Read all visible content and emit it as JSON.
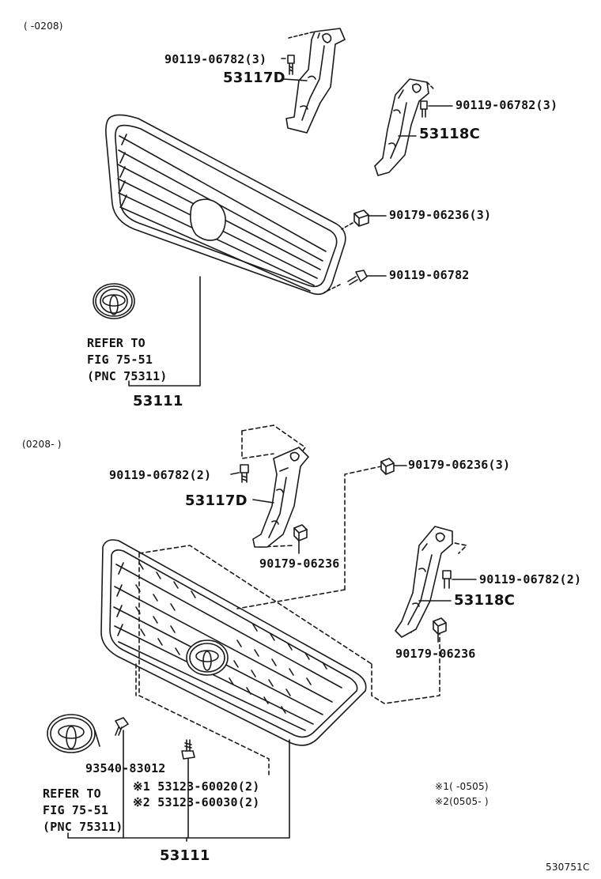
{
  "section_top": {
    "range": "(      -0208)",
    "labels": {
      "screw_d": "90119-06782(3)",
      "bracket_d": "53117D",
      "screw_c": "90119-06782(3)",
      "bracket_c": "53118C",
      "clip": "90179-06236(3)",
      "screw": "90119-06782",
      "grille": "53111"
    },
    "refer": [
      "REFER TO",
      "FIG 75-51",
      "(PNC 75311)"
    ]
  },
  "section_bottom": {
    "range": "(0208-       )",
    "labels": {
      "screw_d": "90119-06782(2)",
      "bracket_d": "53117D",
      "clip_top": "90179-06236(3)",
      "clip_d": "90179-06236",
      "screw_c": "90119-06782(2)",
      "bracket_c": "53118C",
      "clip_c": "90179-06236",
      "screw_emblem": "93540-83012",
      "clip_note1": "※1 53123-60020(2)",
      "clip_note2": "※2 53123-60030(2)",
      "grille": "53111"
    },
    "refer": [
      "REFER TO",
      "FIG 75-51",
      "(PNC 75311)"
    ],
    "notes": [
      "※1(      -0505)",
      "※2(0505-      )"
    ]
  },
  "figure_code": "530751C"
}
